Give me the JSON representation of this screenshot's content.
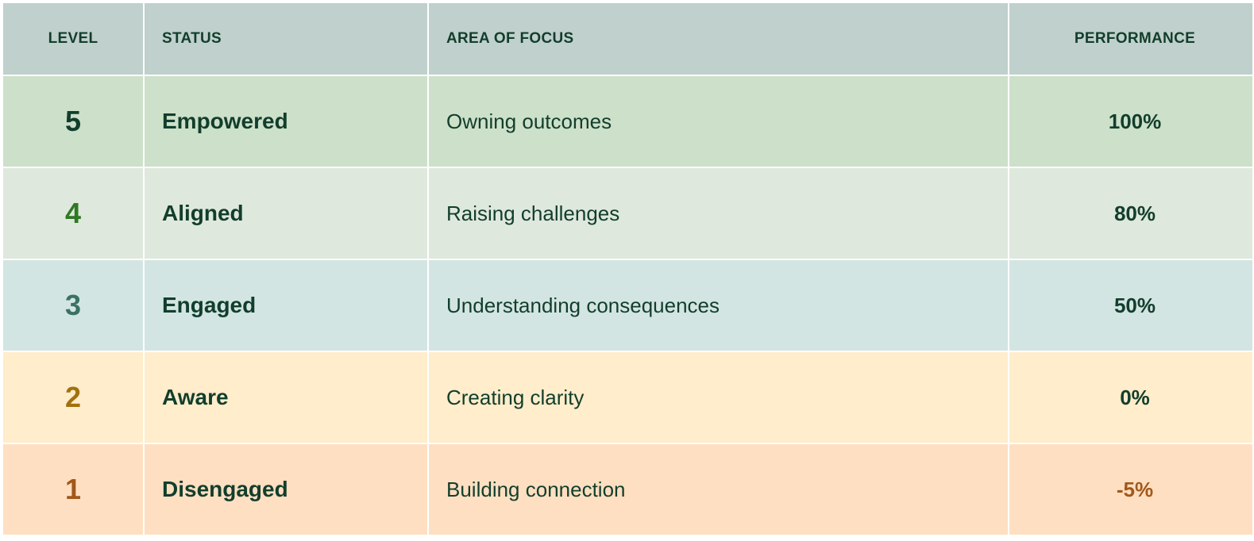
{
  "header": {
    "level": "LEVEL",
    "status": "STATUS",
    "area_of_focus": "AREA OF FOCUS",
    "performance": "PERFORMANCE"
  },
  "rows": [
    {
      "level": "5",
      "status": "Empowered",
      "focus": "Owning outcomes",
      "performance": "100%",
      "row_color": "#cde0ca",
      "level_color": "#123e2c",
      "perf_color": "#123e2c"
    },
    {
      "level": "4",
      "status": "Aligned",
      "focus": "Raising challenges",
      "performance": "80%",
      "row_color": "#dfe8dc",
      "level_color": "#2e7a23",
      "perf_color": "#123e2c"
    },
    {
      "level": "3",
      "status": "Engaged",
      "focus": "Understanding consequences",
      "performance": "50%",
      "row_color": "#d3e5e2",
      "level_color": "#3a7165",
      "perf_color": "#123e2c"
    },
    {
      "level": "2",
      "status": "Aware",
      "focus": "Creating clarity",
      "performance": "0%",
      "row_color": "#ffedcb",
      "level_color": "#a2700f",
      "perf_color": "#123e2c"
    },
    {
      "level": "1",
      "status": "Disengaged",
      "focus": "Building connection",
      "performance": "-5%",
      "row_color": "#ffdfc2",
      "level_color": "#a1581a",
      "perf_color": "#a1581a"
    }
  ]
}
